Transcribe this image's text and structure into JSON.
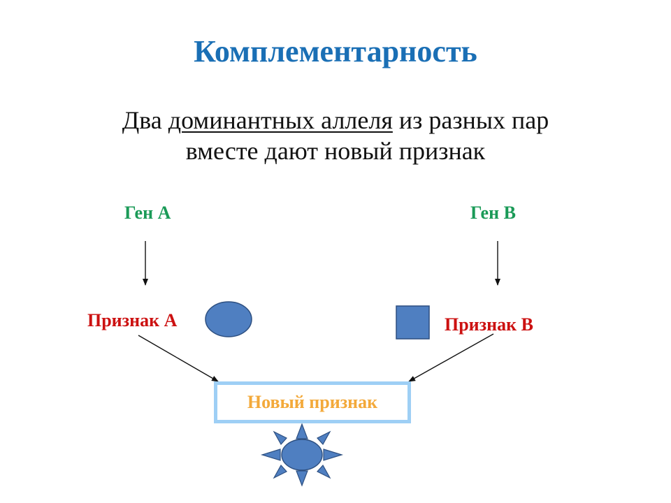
{
  "slide": {
    "title": "Комплементарность",
    "subtitle_line1_before": "Два ",
    "subtitle_line1_underlined": "доминантных аллеля",
    "subtitle_line1_after": " из разных пар",
    "subtitle_line2": "вместе дают новый признак"
  },
  "diagram": {
    "gene_a": "Ген А",
    "gene_b": "Ген В",
    "trait_a": "Признак А",
    "trait_b": "Признак В",
    "new_trait": "Новый признак",
    "shape_a": "ellipse",
    "shape_b": "square",
    "new_shape": "sun-icon"
  },
  "colors": {
    "title": "#1a6fb5",
    "gene": "#1a9a57",
    "trait": "#cc1111",
    "new_trait_text": "#f3a93a",
    "new_trait_border": "#9ecff5",
    "shape_fill": "#4f7fc1",
    "shape_stroke": "#2d4f80"
  }
}
